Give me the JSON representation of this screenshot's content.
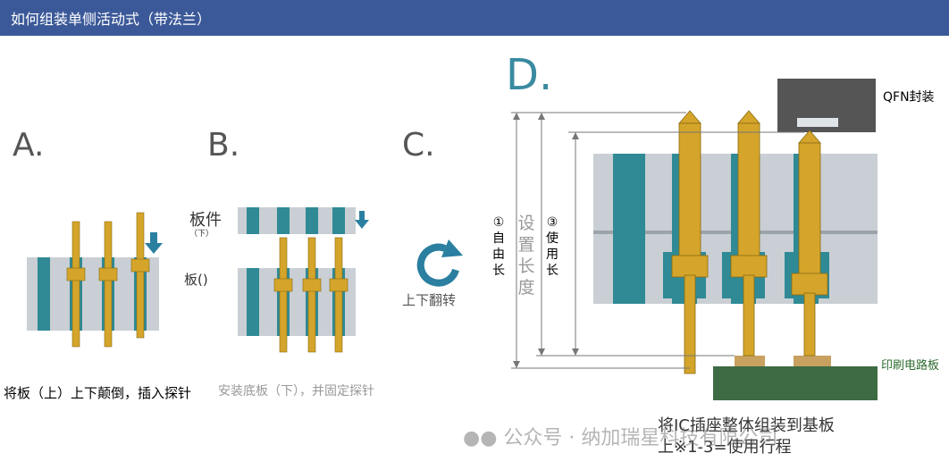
{
  "header": {
    "title": "如何组装单侧活动式（带法兰）"
  },
  "steps": {
    "a_letter": "A.",
    "b_letter": "B.",
    "c_letter": "C.",
    "d_letter": "D.",
    "a_caption": "将板（上）上下颠倒，插入探针",
    "b_caption": "安装底板（下），并固定探针",
    "b_upper_label": "板件",
    "b_upper_sub": "（下）",
    "b_lower_label": "板()",
    "c_caption": "上下翻转",
    "d_caption_1": "将IC插座整体组装到基板",
    "d_caption_2": "上※1-3=使用行程"
  },
  "dims": {
    "free_length_no": "①",
    "free_length": [
      "自",
      "由",
      "长"
    ],
    "set_length": [
      "设",
      "置",
      "长",
      "度"
    ],
    "use_length_no": "③",
    "use_length": [
      "使",
      "用",
      "长"
    ]
  },
  "labels": {
    "qfn": "QFN封装",
    "pcb": "印刷电路板"
  },
  "watermark": {
    "text": "公众号 · 纳加瑞星科技有限公司"
  },
  "colors": {
    "header": "#3b5998",
    "plate": "#c9cfd4",
    "hole": "#2f8a95",
    "pin": "#d4a52a",
    "pcb": "#3e6b43",
    "qfn": "#555555",
    "arrow": "#2b7fa0"
  }
}
